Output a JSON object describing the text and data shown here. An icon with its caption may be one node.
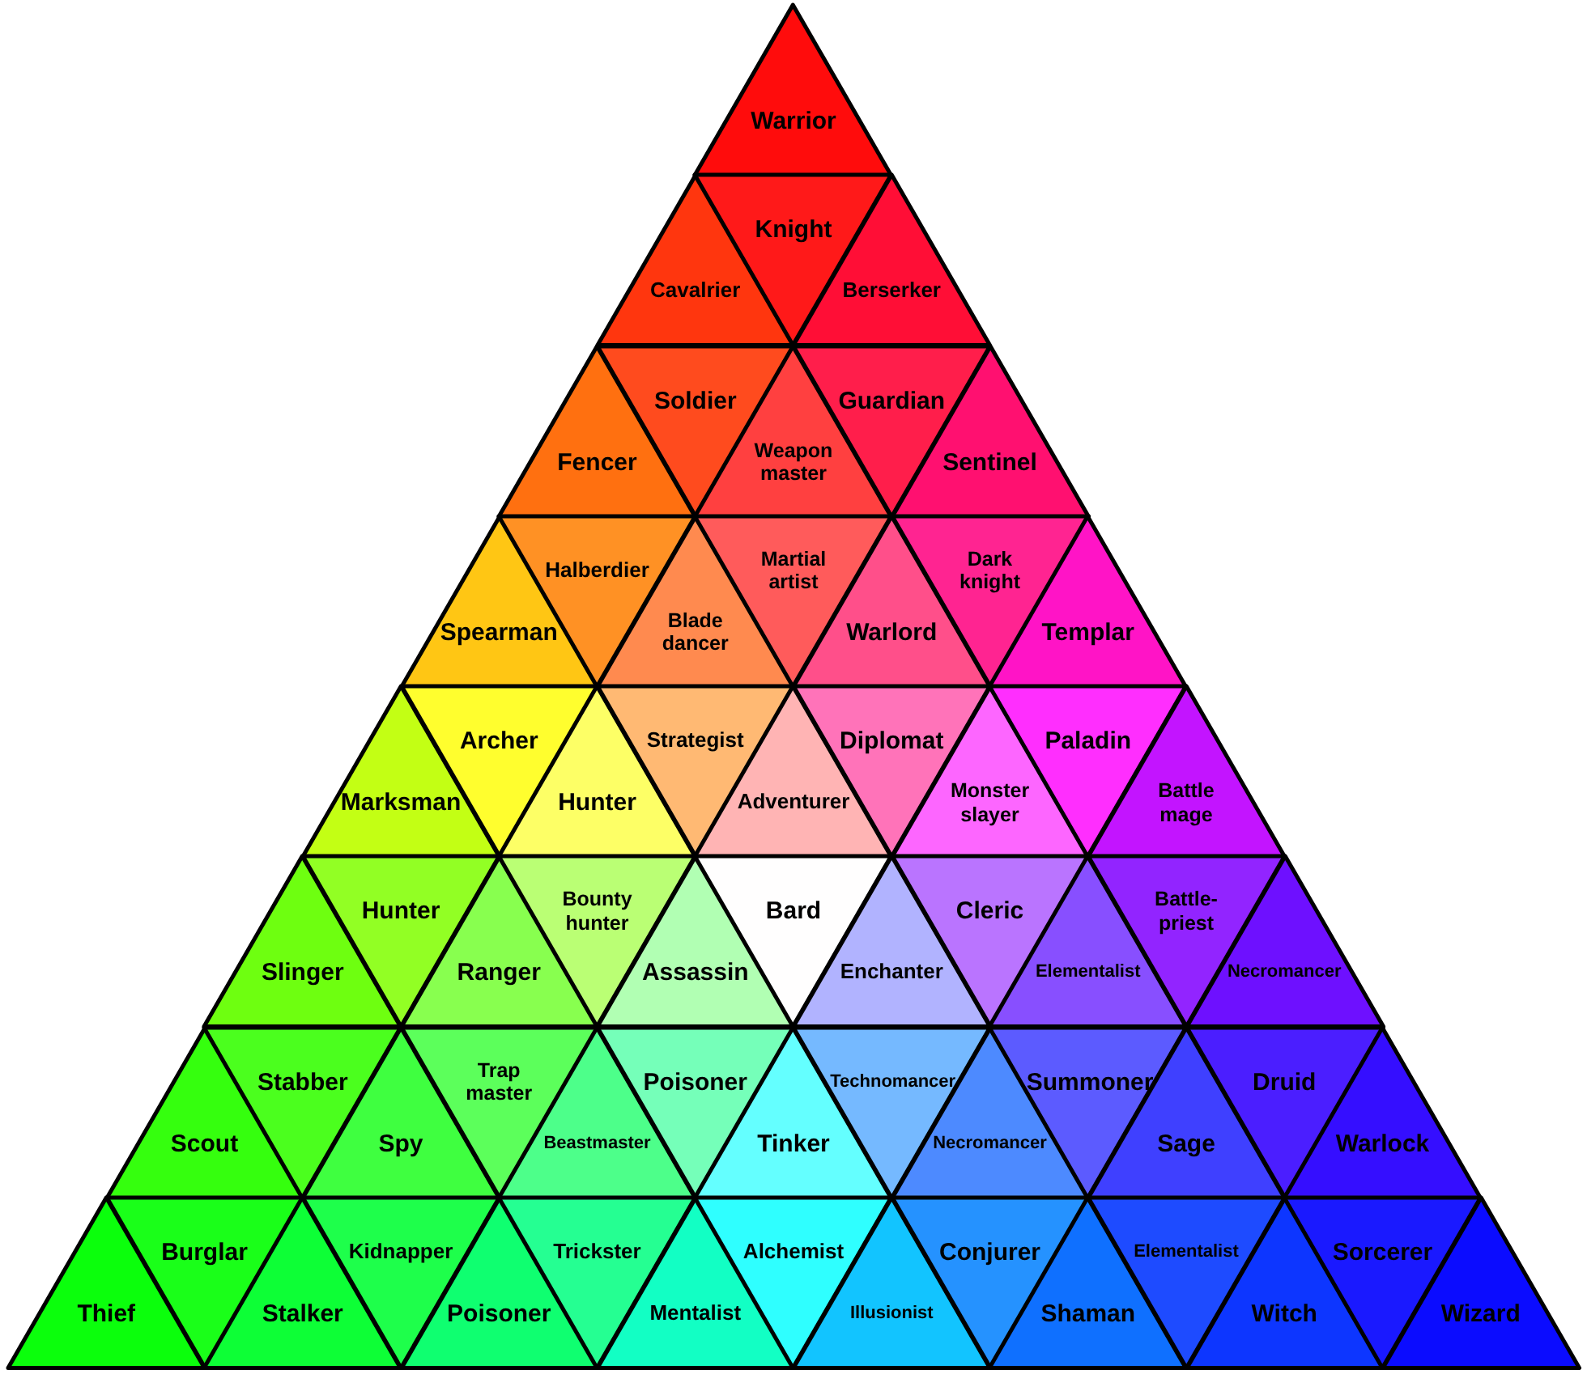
{
  "diagram": {
    "nodes": [
      {
        "text": [
          "Warrior"
        ]
      },
      {
        "text": [
          "Cavalrier"
        ]
      },
      {
        "text": [
          "Knight"
        ]
      },
      {
        "text": [
          "Berserker"
        ]
      },
      {
        "text": [
          "Fencer"
        ]
      },
      {
        "text": [
          "Soldier"
        ]
      },
      {
        "text": [
          "Weapon master"
        ]
      },
      {
        "text": [
          "Guardian"
        ]
      },
      {
        "text": [
          "Sentinel"
        ]
      },
      {
        "text": [
          "Spearman"
        ]
      },
      {
        "text": [
          "Halberdier"
        ]
      },
      {
        "text": [
          "Blade dancer"
        ]
      },
      {
        "text": [
          "Martial artist"
        ]
      },
      {
        "text": [
          "Warlord"
        ]
      },
      {
        "text": [
          "Dark knight"
        ]
      },
      {
        "text": [
          "Templar"
        ]
      },
      {
        "text": [
          "Marksman"
        ]
      },
      {
        "text": [
          "Archer"
        ]
      },
      {
        "text": [
          "Hunter"
        ]
      },
      {
        "text": [
          "Strategist"
        ]
      },
      {
        "text": [
          "Adventurer"
        ]
      },
      {
        "text": [
          "Diplomat"
        ]
      },
      {
        "text": [
          "Monster slayer"
        ]
      },
      {
        "text": [
          "Paladin"
        ]
      },
      {
        "text": [
          "Battle mage"
        ]
      },
      {
        "text": [
          "Slinger"
        ]
      },
      {
        "text": [
          "Hunter"
        ]
      },
      {
        "text": [
          "Ranger"
        ]
      },
      {
        "text": [
          "Bounty hunter"
        ]
      },
      {
        "text": [
          "Assassin"
        ]
      },
      {
        "text": [
          "Bard"
        ]
      },
      {
        "text": [
          "Enchanter"
        ]
      },
      {
        "text": [
          "Cleric"
        ]
      },
      {
        "text": [
          "Elementalist"
        ]
      },
      {
        "text": [
          "Battle-priest"
        ]
      },
      {
        "text": [
          "Necromancer"
        ]
      },
      {
        "text": [
          "Scout"
        ]
      },
      {
        "text": [
          "Stabber"
        ]
      },
      {
        "text": [
          "Spy"
        ]
      },
      {
        "text": [
          "Trap master"
        ]
      },
      {
        "text": [
          "Beastmaster"
        ]
      },
      {
        "text": [
          "Poisoner"
        ]
      },
      {
        "text": [
          "Tinker"
        ]
      },
      {
        "text": [
          "Technomancer"
        ]
      },
      {
        "text": [
          "Necromancer"
        ]
      },
      {
        "text": [
          "Summoner"
        ]
      },
      {
        "text": [
          "Sage"
        ]
      },
      {
        "text": [
          "Druid"
        ]
      },
      {
        "text": [
          "Warlock"
        ]
      },
      {
        "text": [
          "Thief"
        ]
      },
      {
        "text": [
          "Burglar"
        ]
      },
      {
        "text": [
          "Stalker"
        ]
      },
      {
        "text": [
          "Kidnapper"
        ]
      },
      {
        "text": [
          "Poisoner"
        ]
      },
      {
        "text": [
          "Trickster"
        ]
      },
      {
        "text": [
          "Mentalist"
        ]
      },
      {
        "text": [
          "Alchemist"
        ]
      },
      {
        "text": [
          "Illusionist"
        ]
      },
      {
        "text": [
          "Conjurer"
        ]
      },
      {
        "text": [
          "Shaman"
        ]
      },
      {
        "text": [
          "Elementalist"
        ]
      },
      {
        "text": [
          "Witch"
        ]
      },
      {
        "text": [
          "Sorcerer"
        ]
      },
      {
        "text": [
          "Wizard"
        ]
      }
    ]
  }
}
